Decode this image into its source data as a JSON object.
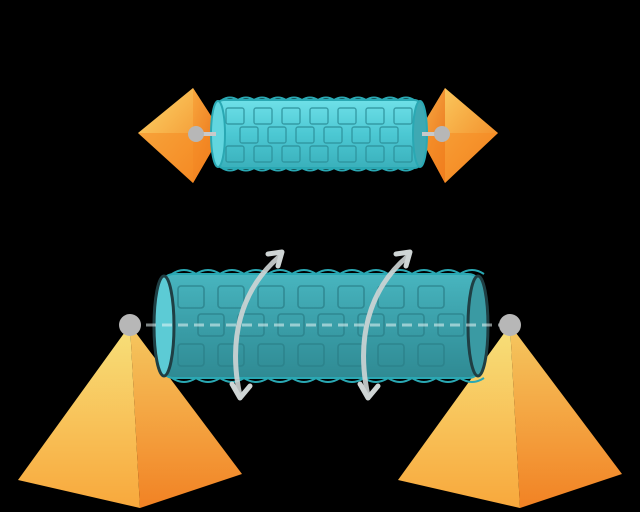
{
  "diagram": {
    "background": "#000000",
    "colors": {
      "tube_fill": "#55d3dd",
      "tube_fill_dark": "#2e8f98",
      "tube_outline": "#2aa8b3",
      "tube_grid": "#2c8f99",
      "pyramid_light": "#f7e27a",
      "pyramid_mid": "#f8b246",
      "pyramid_dark": "#f08020",
      "octahedron_light": "#fbc34f",
      "octahedron_dark": "#f06b17",
      "anchor_dot": "#b7b7b7",
      "rotation_arrow": "#cfd5d5",
      "axis_line": "#e8f6f6"
    },
    "components": {
      "top_tube": "cylinder",
      "top_anchors": "octahedron",
      "bottom_tube": "cylinder",
      "bottom_anchors": "pyramid",
      "rotation_arrows": "curved-arrow",
      "anchor_points": "dot"
    }
  }
}
